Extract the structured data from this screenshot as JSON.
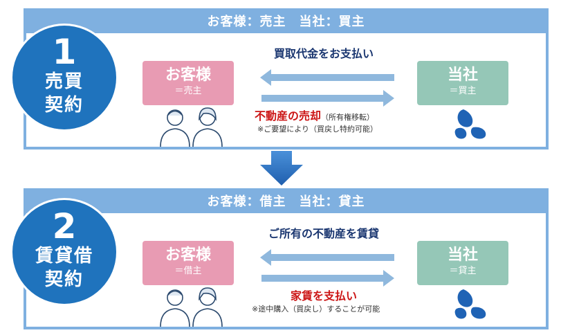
{
  "panel1": {
    "header": "お客様：売主　当社：買主",
    "number": "1",
    "label_line1": "売買",
    "label_line2": "契約",
    "left_box_title": "お客様",
    "left_box_sub": "＝売主",
    "right_box_title": "当社",
    "right_box_sub": "＝買主",
    "top_caption": "買取代金をお支払い",
    "bottom_caption_main": "不動産の売却",
    "bottom_caption_paren": "（所有権移転）",
    "note": "※ご要望により（買戻し特約可能）"
  },
  "panel2": {
    "header": "お客様：借主　当社：貸主",
    "number": "2",
    "label_line1": "賃貸借",
    "label_line2": "契約",
    "left_box_title": "お客様",
    "left_box_sub": "＝借主",
    "right_box_title": "当社",
    "right_box_sub": "＝貸主",
    "top_caption": "ご所有の不動産を賃貸",
    "bottom_caption": "家賃を支払い",
    "note": "※途中購入（買戻し）することが可能"
  },
  "colors": {
    "panel_border": "#7fb0e0",
    "circle": "#1f73bd",
    "customer_box": "#e89bb3",
    "company_box": "#95c7b7",
    "arrow": "#8fb8dd",
    "red_text": "#cc1616",
    "navy_text": "#1a3670"
  },
  "icons": [
    "people-icon",
    "company-logo-icon",
    "left-arrow-icon",
    "right-arrow-icon",
    "down-arrow-icon"
  ]
}
